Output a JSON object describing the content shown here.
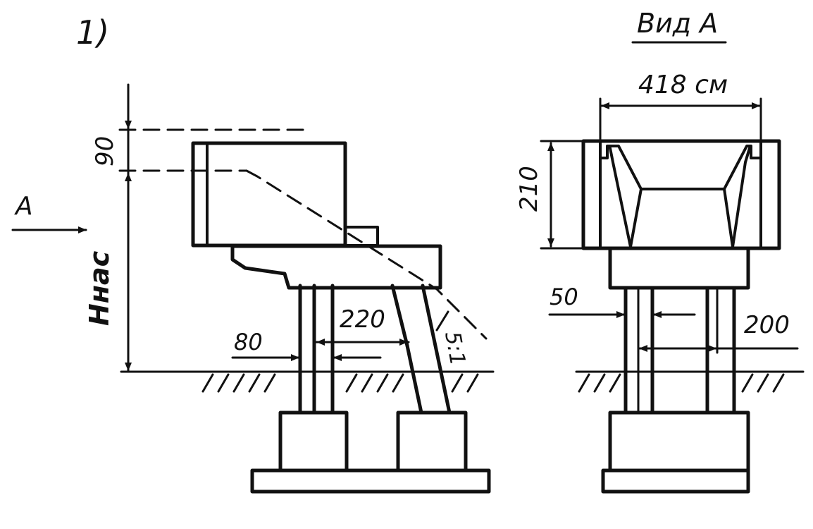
{
  "figure": {
    "index_mark": "1)",
    "view_title": "Вид А",
    "view_marker": "А"
  },
  "dimensions": {
    "top_offset": "90",
    "height": "Hнас",
    "column_width": "80",
    "column_spacing": "220",
    "slope": "5:1",
    "width": "418 см",
    "beam_height": "210",
    "thin_column": "50",
    "front_spacing": "200"
  }
}
